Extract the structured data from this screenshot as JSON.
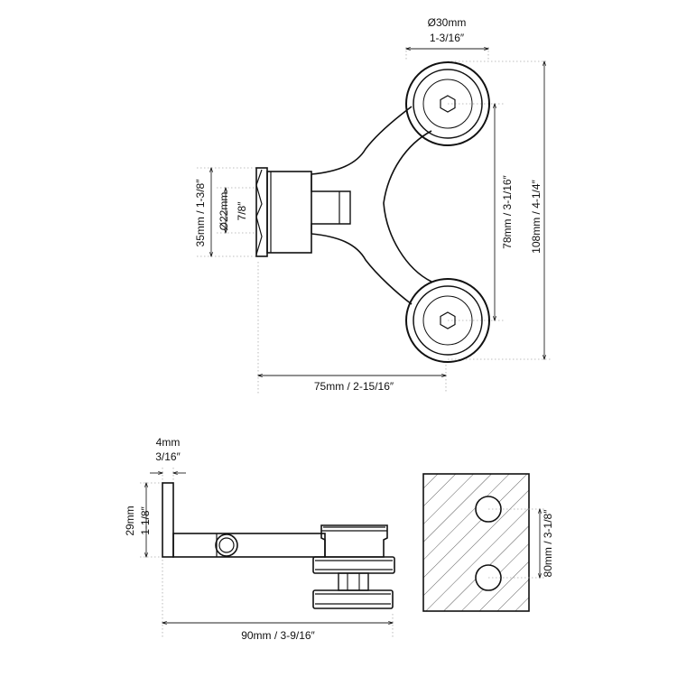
{
  "top_view": {
    "disc_diameter_mm": "Ø30mm",
    "disc_diameter_in": "1-3/16″",
    "pin_diameter_mm": "Ø22mm",
    "pin_diameter_in": "7/8″",
    "flange_height": "35mm / 1-3/8″",
    "disc_spacing": "78mm / 3-1/16″",
    "overall_height": "108mm / 4-1/4″",
    "depth": "75mm / 2-15/16″"
  },
  "side_view": {
    "plate_thickness_mm": "4mm",
    "plate_thickness_in": "3/16″",
    "plate_height_mm": "29mm",
    "plate_height_in": "1-1/8″",
    "length": "90mm / 3-9/16″"
  },
  "glass_view": {
    "hole_spacing": "80mm / 3-1/8″"
  }
}
